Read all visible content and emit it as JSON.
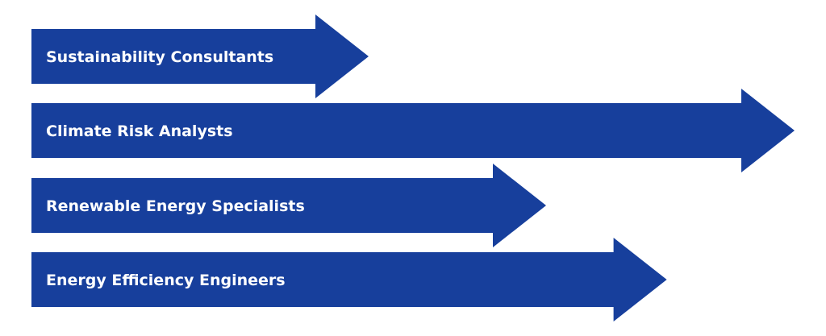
{
  "chart_data": {
    "type": "bar",
    "orientation": "horizontal",
    "style": "arrows",
    "categories": [
      "Sustainability Consultants",
      "Climate Risk Analysts",
      "Renewable Energy Specialists",
      "Energy Efficiency Engineers"
    ],
    "values": [
      40,
      100,
      65,
      82
    ],
    "xlim": [
      0,
      100
    ],
    "grid": false,
    "legend": "none",
    "title": "",
    "xlabel": "",
    "ylabel": ""
  },
  "colors": {
    "arrow_fill": "#173f9c",
    "label_text": "#ffffff",
    "background": "#ffffff"
  }
}
